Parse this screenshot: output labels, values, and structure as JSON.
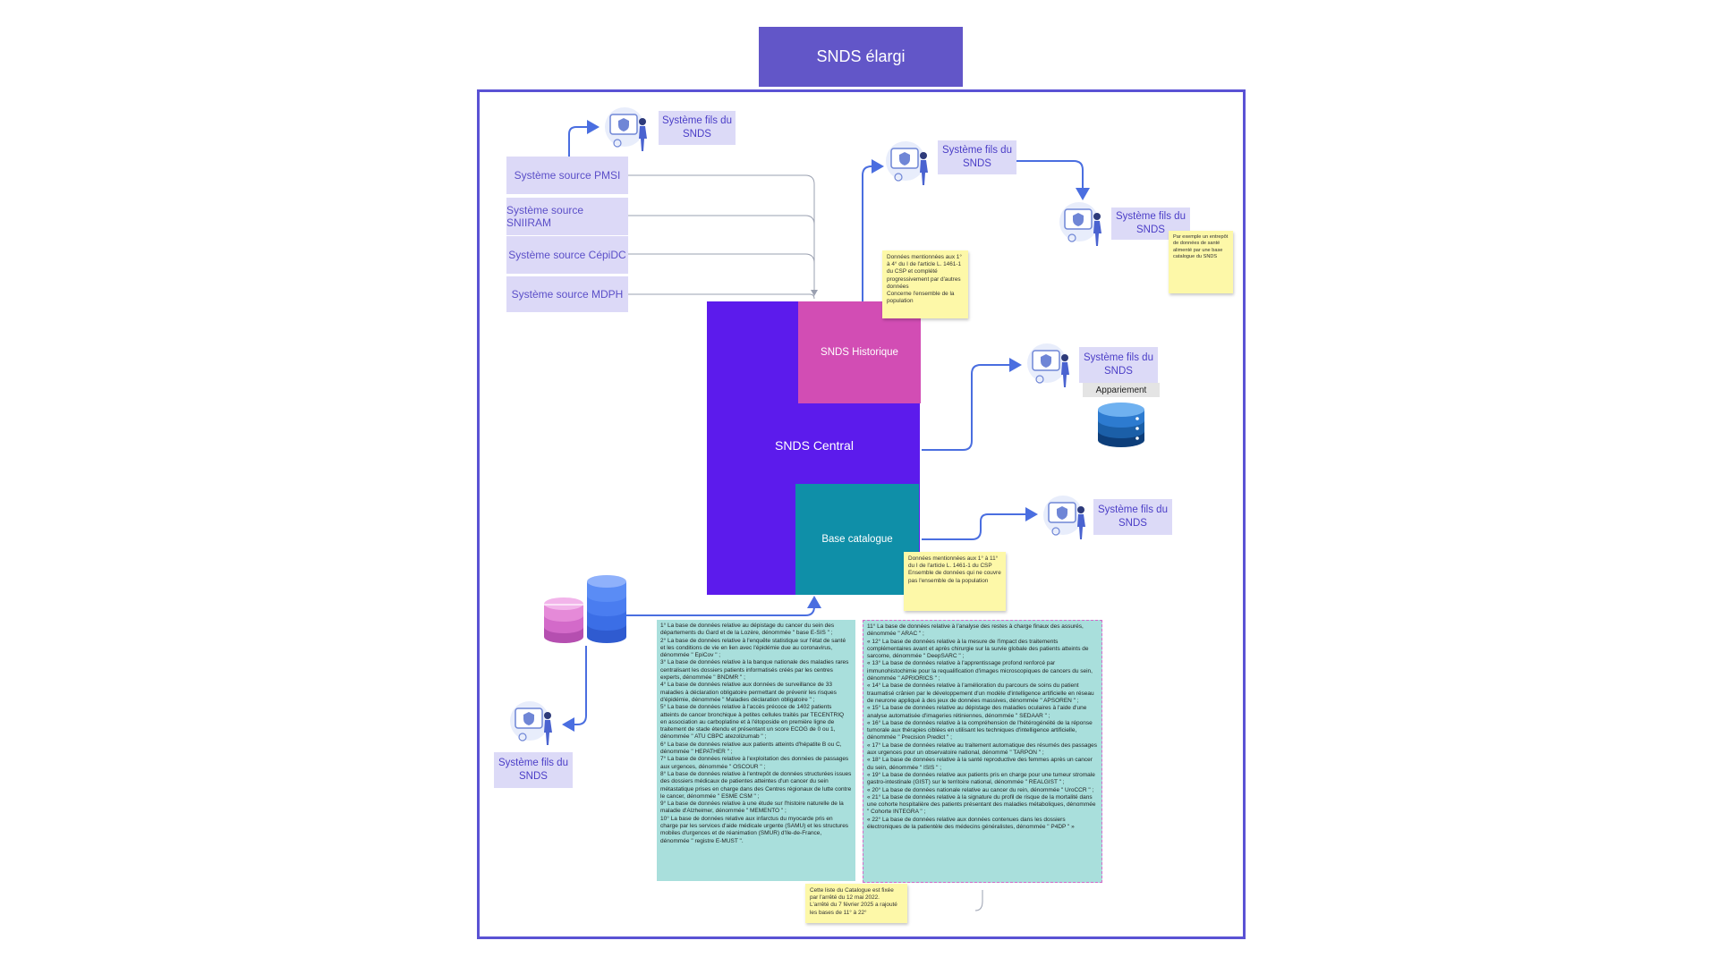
{
  "title": "SNDS élargi",
  "sources": [
    "Système source PMSI",
    "Système source SNIIRAM",
    "Système source CépiDC",
    "Système source MDPH"
  ],
  "central": {
    "label": "SNDS Central",
    "historique": "SNDS Historique",
    "catalogue": "Base catalogue"
  },
  "children": {
    "top_left": "Système fils du SNDS",
    "top_right_1": "Système fils du SNDS",
    "top_right_2": "Système fils du SNDS",
    "mid_right": "Système fils du SNDS",
    "low_right": "Système fils du SNDS",
    "bottom_left": "Système fils du SNDS"
  },
  "appariement": "Appariement",
  "notes": {
    "example": "Par exemple un entrepôt de données de santé alimenté par une base catalogue du SNDS",
    "historique": "Données mentionnées aux 1° à 4° du I de l'article L. 1461-1 du CSP et complété progressivement par d'autres données\nConcerne l'ensemble de la population",
    "catalogue": "Données mentionnées aux 1° à 11° du I de l'article L. 1461-1 du CSP\nEnsemble de données qui ne couvre pas l'ensemble de la population",
    "list": "Cette liste du Catalogue est fixée par l'arrêté du 12 mai 2022.\nL'arrêté du 7 février 2025 a rajouté les bases de 11° à 22°"
  },
  "catalogue_left": [
    "1° La base de données relative au dépistage du cancer du sein des départements du Gard et de la Lozère, dénommée \" base E-SIS \" ;",
    "2° La base de données relative à l'enquête statistique sur l'état de santé et les conditions de vie en lien avec l'épidémie due au coronavirus, dénommée \" EpiCov \" ;",
    "3° La base de données relative à la banque nationale des maladies rares centralisant les dossiers patients informatisés créés par les centres experts, dénommée \" BNDMR \" ;",
    "4° La base de données relative aux données de surveillance de 33 maladies à déclaration obligatoire permettant de prévenir les risques d'épidémie, dénommée \" Maladies déclaration obligatoire \" ;",
    "5° La base de données relative à l'accès précoce de 1402 patients atteints de cancer bronchique à petites cellules traités par TECENTRIQ en association au carboplatine et à l'étoposide en première ligne de traitement de stade étendu et présentant un score ECOG de 0 ou 1, dénommée \" ATU CBPC atezolizumab \" ;",
    "6° La base de données relative aux patients atteints d'hépatite B ou C, dénommée \" HEPATHER \" ;",
    "7° La base de données relative à l'exploitation des données de passages aux urgences, dénommée \" OSCOUR \" ;",
    "8° La base de données relative à l'entrepôt de données structurées issues des dossiers médicaux de patientes atteintes d'un cancer du sein métastatique prises en charge dans des Centres régionaux de lutte contre le cancer, dénommée \" ESME CSM \" ;",
    "9° La base de données relative à une étude sur l'histoire naturelle de la maladie d'Alzheimer, dénommée \" MEMENTO \" ;",
    "10° La base de données relative aux infarctus du myocarde pris en charge par les services d'aide médicale urgente (SAMU) et les structures mobiles d'urgences et de réanimation (SMUR) d'Ile-de-France, dénommée \" registre E-MUST \"."
  ],
  "catalogue_right": [
    "11° La base de données relative à l'analyse des restes à charge finaux des assurés, dénommée \" ARAC \" ;",
    "« 12° La base de données relative à la mesure de l'impact des traitements complémentaires avant et après chirurgie sur la survie globale des patients atteints de sarcome, dénommée \" DeepSARC \" ;",
    "« 13° La base de données relative à l'apprentissage profond renforcé par immunohistochimie pour la requalification d'images microscopiques de cancers du sein, dénommée \" APRIORICS \" ;",
    "« 14° La base de données relative à l'amélioration du parcours de soins du patient traumatisé crânien par le développement d'un modèle d'intelligence artificielle en réseau de neurone appliqué à des jeux de données massives, dénommée \" APSOREN \" ;",
    "« 15° La base de données relative au dépistage des maladies oculaires à l'aide d'une analyse automatisée d'imageries rétiniennes, dénommée \" SEDAAR \" ;",
    "« 16° La base de données relative à la compréhension de l'hétérogénéité de la réponse tumorale aux thérapies ciblées en utilisant les techniques d'intelligence artificielle, dénommée \" Precision Predict \" ;",
    "« 17° La base de données relative au traitement automatique des résumés des passages aux urgences pour un observatoire national, dénommé \" TARPON \" ;",
    "« 18° La base de données relative à la santé reproductive des femmes après un cancer du sein, dénommée \" ISIS \" ;",
    "« 19° La base de données relative aux patients pris en charge pour une tumeur stromale gastro-intestinale (GIST) sur le territoire national, dénommée \" REALGIST \" ;",
    "« 20° La base de données nationale relative au cancer du rein, dénommée \" UroCCR \" ;",
    "« 21° La base de données relative à la signature du profil de risque de la mortalité dans une cohorte hospitalière des patients présentant des maladies métaboliques, dénommée \" Cohorte INTEGRA \" ;",
    "« 22° La base de données relative aux données contenues dans les dossiers électroniques de la patientèle des médecins généralistes, dénommée \" P4DP \" »"
  ],
  "colors": {
    "frame": "#5a52d4",
    "central": "#5c1bec",
    "historique": "#d24db4",
    "catalogue": "#0f8fa8",
    "arrow": "#4a6ee0"
  },
  "icons": [
    "analyst-figure-icon",
    "database-icon"
  ]
}
